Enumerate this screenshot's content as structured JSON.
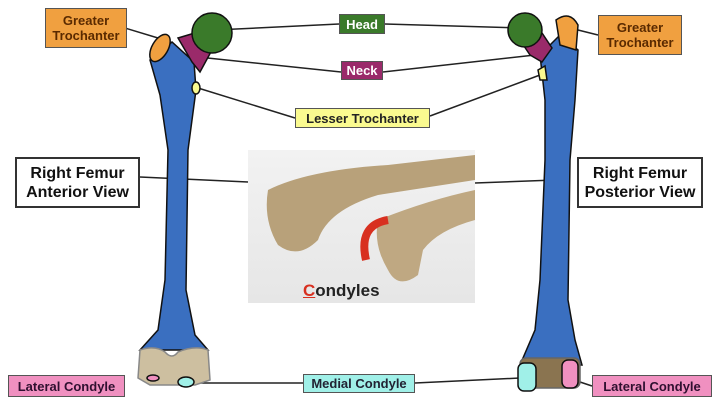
{
  "labels": {
    "greater_trochanter_left": "Greater Trochanter",
    "greater_trochanter_right": "Greater Trochanter",
    "head": "Head",
    "neck": "Neck",
    "lesser_trochanter": "Lesser Trochanter",
    "anterior_view": "Right Femur Anterior View",
    "posterior_view": "Right Femur Posterior View",
    "medial_condyle": "Medial Condyle",
    "lateral_condyle_left": "Lateral Condyle",
    "lateral_condyle_right": "Lateral Condyle"
  },
  "photo": {
    "caption_initial": "C",
    "caption_rest": "ondyles"
  },
  "colors": {
    "shaft": "#3a6fc0",
    "head": "#3a7a2a",
    "neck": "#9a2a6a",
    "greater_trochanter": "#f0a040",
    "lesser_trochanter": "#fafa90",
    "medial_condyle": "#a0f0e8",
    "lateral_condyle": "#f090c0"
  }
}
